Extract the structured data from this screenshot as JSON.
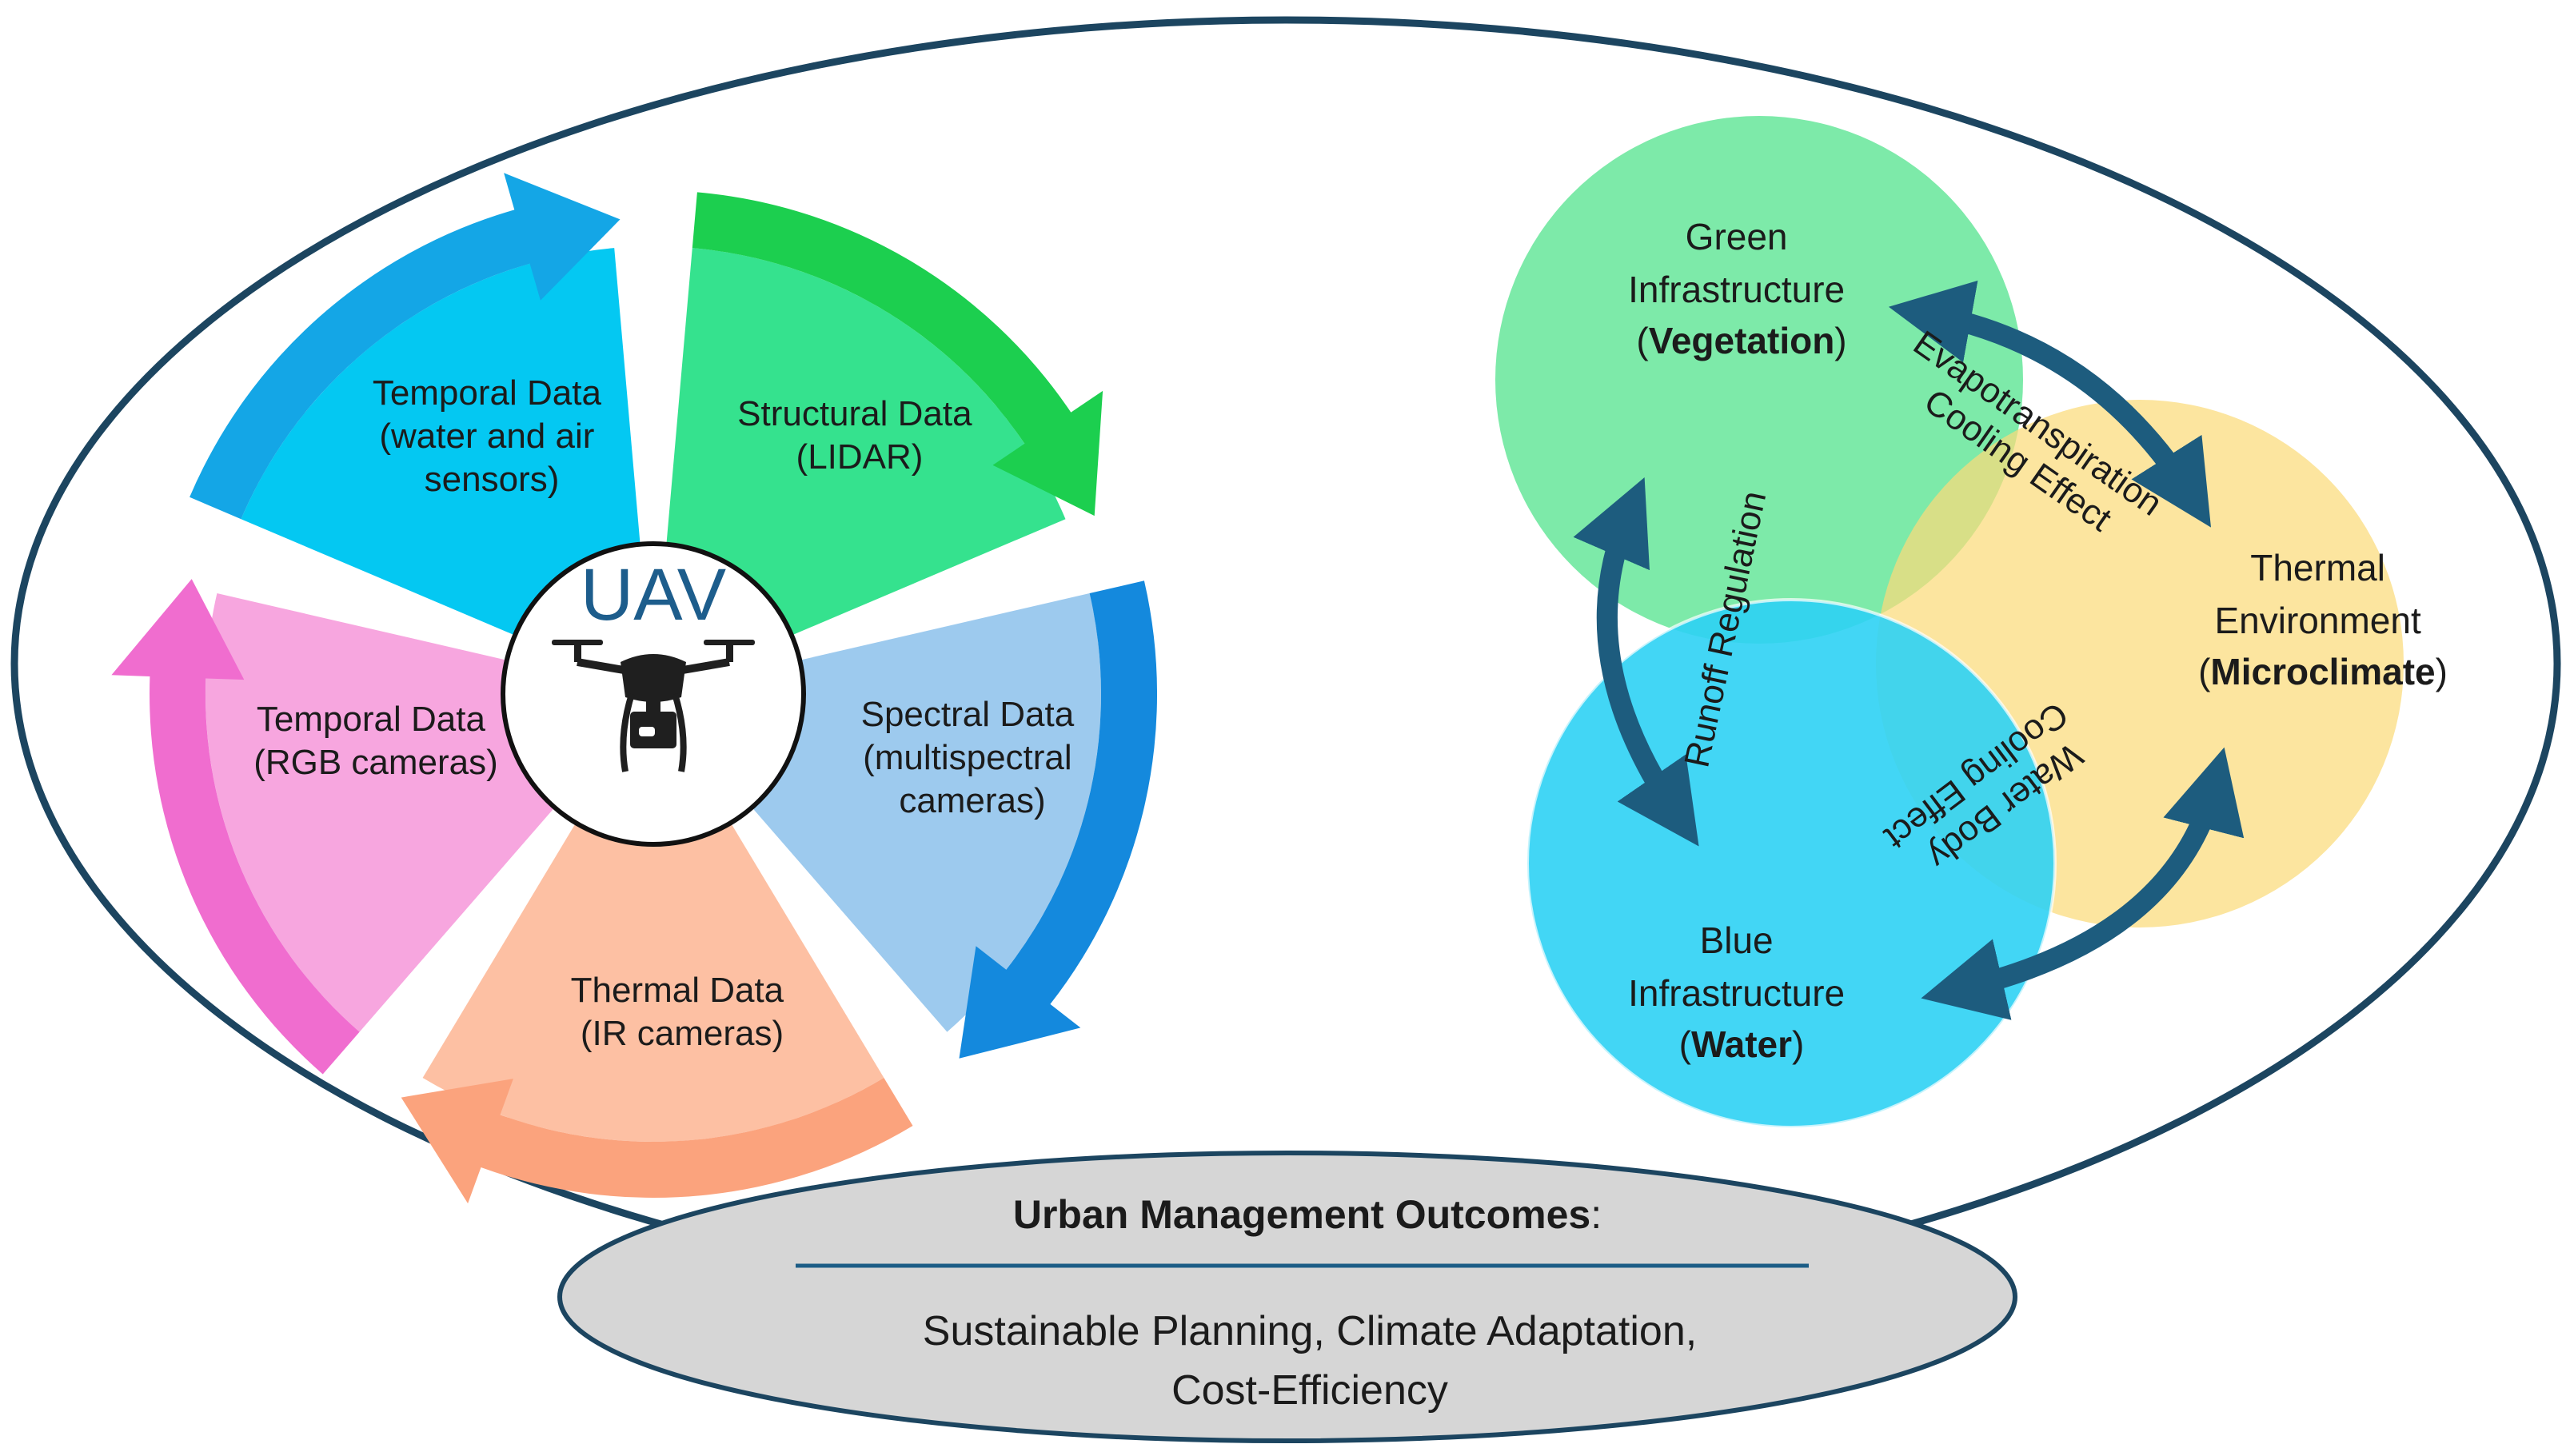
{
  "colors": {
    "frame": "#1c4560",
    "temporal_sensors": "#04c8f2",
    "temporal_sensors_arrow": "#14a6e6",
    "structural": "#35e28e",
    "structural_arrow": "#1ccf4f",
    "spectral": "#9dcaee",
    "spectral_arrow": "#1489dd",
    "thermal": "#fdc0a3",
    "thermal_arrow": "#fba37d",
    "rgb": "#f7a6df",
    "rgb_arrow": "#f06dcf",
    "green_circle": "#72e8a2",
    "thermal_circle": "#fbdb7a",
    "blue_circle": "#2dd2f4",
    "venn_arrows": "#1d5c7e",
    "outcomes_fill": "#d6d6d6",
    "uav_text": "#1d5d8c"
  },
  "icons": [
    "drone-icon",
    "double-arrow-icon"
  ],
  "uav": {
    "title": "UAV"
  },
  "segments": {
    "temporal_sensors": {
      "lines": [
        "Temporal Data",
        "(water and air",
        "sensors)"
      ]
    },
    "structural": {
      "lines": [
        "Structural Data",
        "(LIDAR)"
      ]
    },
    "spectral": {
      "lines": [
        "Spectral Data",
        "(multispectral",
        "cameras)"
      ]
    },
    "thermal": {
      "lines": [
        "Thermal Data",
        "(IR cameras)"
      ]
    },
    "rgb": {
      "lines": [
        "Temporal Data",
        "(RGB cameras)"
      ]
    }
  },
  "venn": {
    "green": {
      "line1": "Green",
      "line2": "Infrastructure",
      "paren_open": "(",
      "bold": "Vegetation",
      "paren_close": ")"
    },
    "thermal": {
      "line1": "Thermal",
      "line2": "Environment",
      "paren_open": "(",
      "bold": "Microclimate",
      "paren_close": ")"
    },
    "blue": {
      "line1": "Blue",
      "line2": "Infrastructure",
      "paren_open": "(",
      "bold": "Water",
      "paren_close": ")"
    }
  },
  "flows": {
    "evapotranspiration_line1": "Evapotranspiration",
    "evapotranspiration_line2": "Cooling Effect",
    "runoff": "Runoff Regulation",
    "water_body_line1": "Water Body",
    "water_body_line2": "Cooling Effect"
  },
  "outcomes": {
    "title": "Urban Management Outcomes",
    "title_suffix": ":",
    "line1": "Sustainable Planning, Climate Adaptation,",
    "line2": "Cost-Efficiency"
  }
}
